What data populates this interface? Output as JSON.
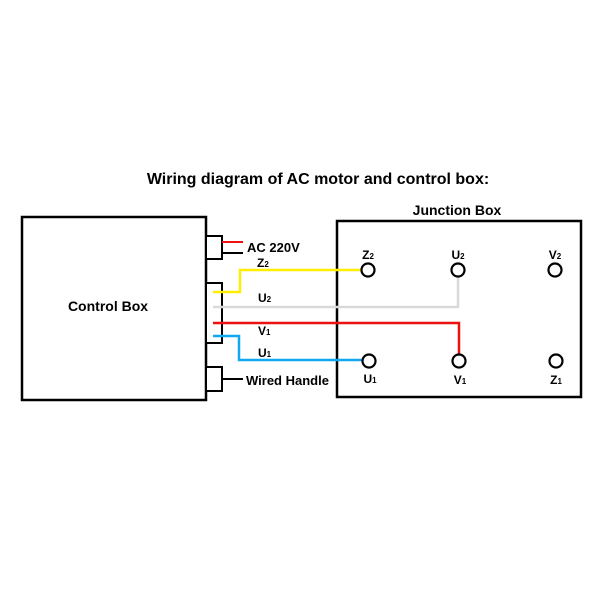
{
  "title": "Wiring diagram of AC motor and control box:",
  "control_box": {
    "label": "Control Box"
  },
  "junction_box": {
    "label": "Junction Box"
  },
  "power": {
    "label": "AC 220V"
  },
  "handle": {
    "label": "Wired Handle"
  },
  "wires": [
    {
      "base": "Z",
      "sub": "2",
      "color": "#ffee00"
    },
    {
      "base": "U",
      "sub": "2",
      "color": "#d9d9d9"
    },
    {
      "base": "V",
      "sub": "1",
      "color": "#ee1111"
    },
    {
      "base": "U",
      "sub": "1",
      "color": "#11a8f0"
    }
  ],
  "terminals": [
    {
      "base": "Z",
      "sub": "2"
    },
    {
      "base": "U",
      "sub": "2"
    },
    {
      "base": "V",
      "sub": "2"
    },
    {
      "base": "U",
      "sub": "1"
    },
    {
      "base": "V",
      "sub": "1"
    },
    {
      "base": "Z",
      "sub": "1"
    }
  ]
}
